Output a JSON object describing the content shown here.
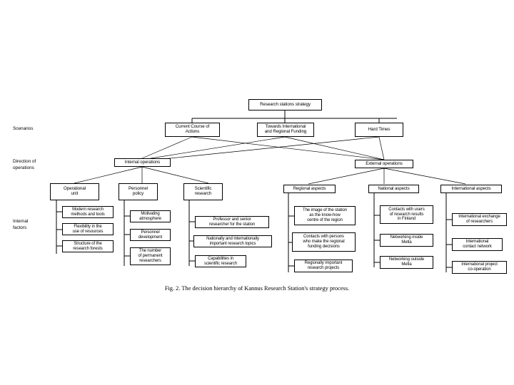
{
  "figure": {
    "caption": "Fig. 2. The decision hierarchy of Kannus Research Station's strategy process.",
    "line_color": "#000000",
    "box_border_color": "#000000",
    "background_color": "#ffffff"
  },
  "axis_labels": [
    {
      "id": "scenarios",
      "text": "Scenarios"
    },
    {
      "id": "direction",
      "text": "Direction of\noperations"
    },
    {
      "id": "internal",
      "text": "Internal\nfactors"
    }
  ],
  "levels": {
    "goal": "Research stations strategy",
    "scenarios": [
      "Current Course of\nActions",
      "Towards International\nand Regional Funding",
      "Hard Times"
    ],
    "directions": [
      "Internal operations",
      "External operations"
    ],
    "categories": [
      "Operational\nunit",
      "Personnel\npolicy",
      "Scientific\nresearch",
      "Regional aspects",
      "National aspects",
      "International aspects"
    ],
    "factors": {
      "operational_unit": [
        "Modern research\nmethods and tools",
        "Flexibility  in the\nuse of resources",
        "Structure of the\nresearch forests"
      ],
      "personnel_policy": [
        "Motivating\natmosphere",
        "Personnel\ndevelopment",
        "The number\nof permanent\nresearchers"
      ],
      "scientific_research": [
        "Professor and senior\nresearcher for the station",
        "Nationally and internationally\nimportant research topics",
        "Capabilities in\nscientific research"
      ],
      "regional_aspects": [
        "The image of the station\nas the know-how\ncentre of the region",
        "Contacts with persons\nwho make the regional\nfunding decisions",
        "Regionally important\nresearch projects"
      ],
      "national_aspects": [
        "Contacts with users\nof research results\nin Finland",
        "Networking inside\nMetla",
        "Networking outside\nMetla"
      ],
      "international_aspects": [
        "International exchange\nof researchers",
        "International\ncontact network",
        "International project\nco-operation"
      ]
    }
  }
}
